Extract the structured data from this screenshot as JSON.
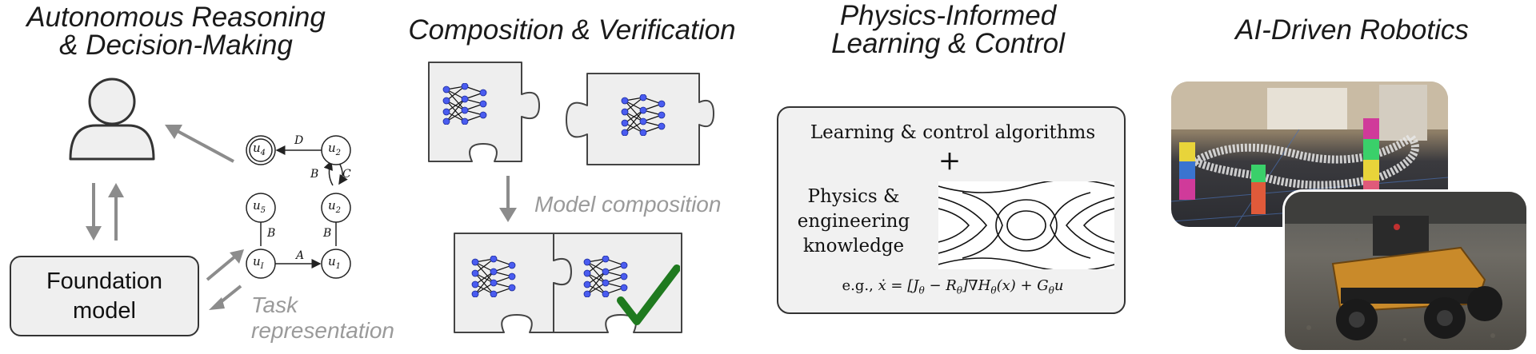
{
  "panels": {
    "reasoning": {
      "title_line1": "Autonomous Reasoning",
      "title_line2": "& Decision-Making",
      "foundation_line1": "Foundation",
      "foundation_line2": "model",
      "task_line1": "Task",
      "task_line2": "representation",
      "automaton": {
        "nodes": {
          "u4": "u",
          "u4_sub": "4",
          "u2a": "u",
          "u2a_sub": "2",
          "u5": "u",
          "u5_sub": "5",
          "u2b": "u",
          "u2b_sub": "2",
          "uI": "u",
          "uI_sub": "I",
          "u1": "u",
          "u1_sub": "1"
        },
        "edges": {
          "D": "D",
          "B1": "B",
          "C": "C",
          "B2": "B",
          "B3": "B",
          "A": "A"
        }
      }
    },
    "composition": {
      "title": "Composition & Verification",
      "model_composition": "Model composition"
    },
    "physics": {
      "title_line1": "Physics-Informed",
      "title_line2": "Learning & Control",
      "learning_text": "Learning & control algorithms",
      "plus": "+",
      "knowledge_line1": "Physics &",
      "knowledge_line2": "engineering",
      "knowledge_line3": "knowledge",
      "eq_prefix": "e.g., ",
      "eq_body": "ẋ = [J",
      "eq_theta": "θ",
      "eq_mid": " − R",
      "eq_rest": "]∇H",
      "eq_rest2": "(x) + G",
      "eq_u": "u"
    },
    "robotics": {
      "title": "AI-Driven Robotics"
    }
  },
  "colors": {
    "arrow_gray": "#8c8c8c",
    "check_green": "#1f7a1f",
    "neuron_blue": "#4a5cf0",
    "puzzle_fill": "#eeeeee",
    "label_gray": "#9a9a9a"
  },
  "icons": [
    "person-icon",
    "neural-network-icon",
    "puzzle-piece-icon",
    "checkmark-icon"
  ]
}
